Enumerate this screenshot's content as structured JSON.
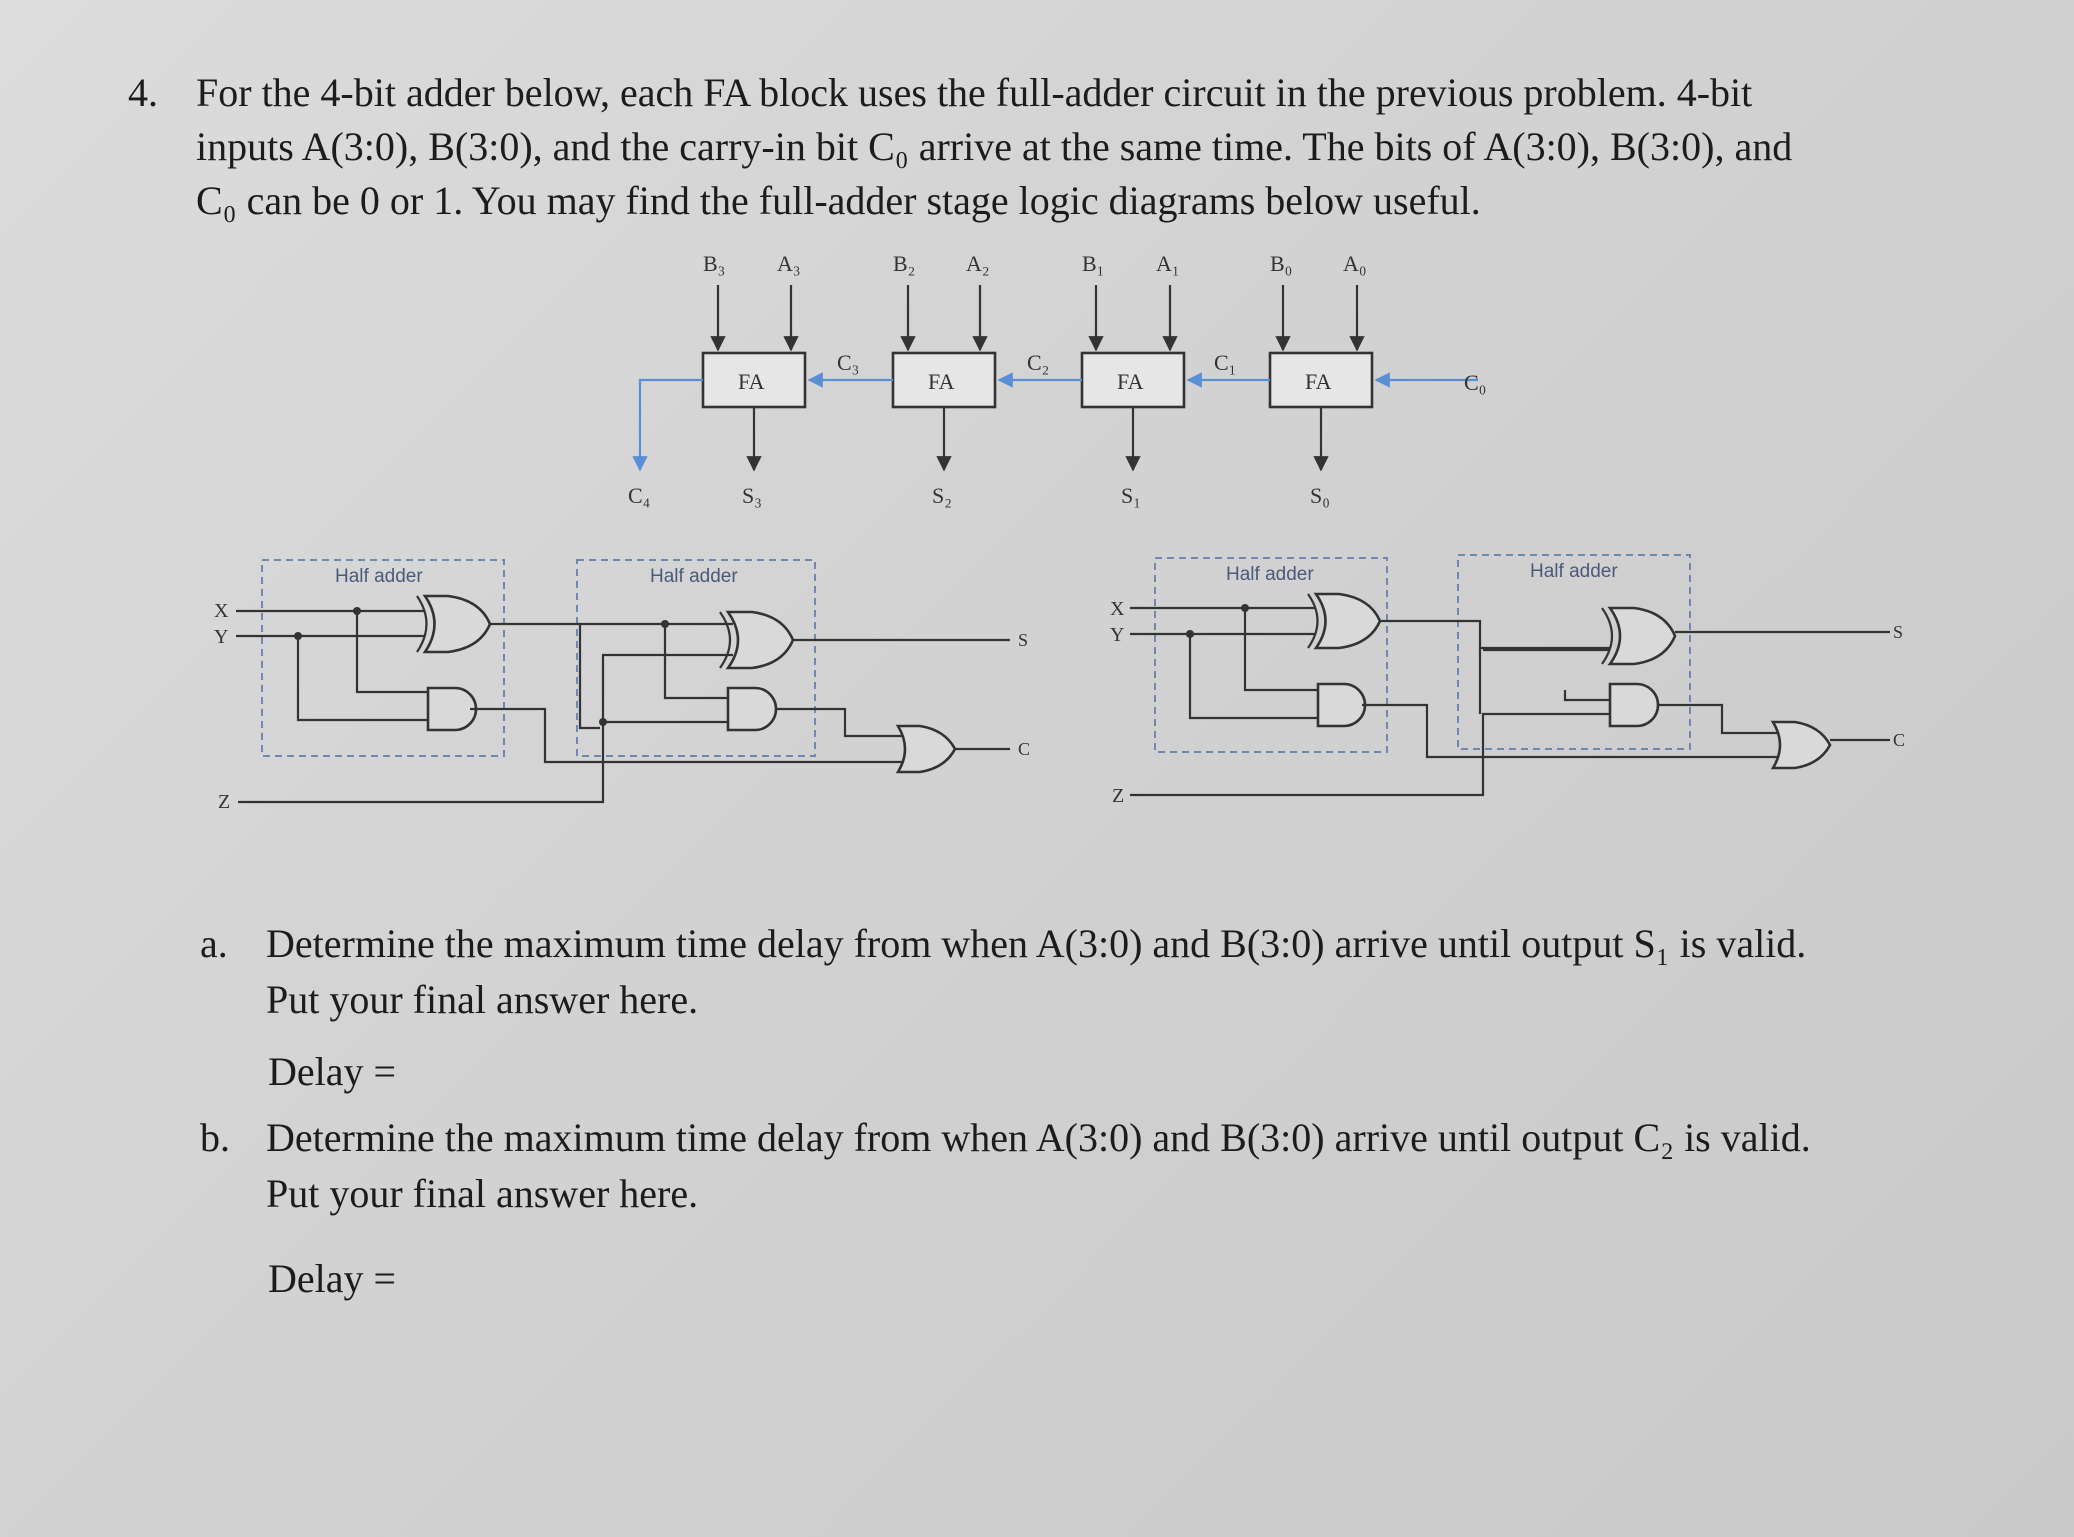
{
  "problem": {
    "number": "4.",
    "lines": [
      "For the 4-bit adder below, each FA block uses the full-adder circuit in the previous problem. 4-bit",
      "inputs A(3:0), B(3:0), and the carry-in bit C₀ arrive at the same time. The bits of A(3:0), B(3:0), and",
      "C₀ can be 0 or 1. You may find the full-adder stage logic diagrams below useful."
    ]
  },
  "adder": {
    "block_label": "FA",
    "inputs_b": [
      "B₃",
      "B₂",
      "B₁",
      "B₀"
    ],
    "inputs_a": [
      "A₃",
      "A₂",
      "A₁",
      "A₀"
    ],
    "carries": [
      "C₃",
      "C₂",
      "C₁"
    ],
    "carry_in": "C₀",
    "carry_out": "C₄",
    "sums": [
      "S₃",
      "S₂",
      "S₁",
      "S₀"
    ]
  },
  "full_adder_diagram": {
    "half_adder_label": "Half adder",
    "input_x": "X",
    "input_y": "Y",
    "input_z": "Z",
    "output_s": "S",
    "output_c": "C"
  },
  "questions": [
    {
      "label": "a.",
      "lines": [
        "Determine the maximum time delay from when A(3:0) and B(3:0) arrive until output S₁ is valid.",
        "Put your final answer here."
      ],
      "delay": "Delay ="
    },
    {
      "label": "b.",
      "lines": [
        "Determine the maximum time delay from when A(3:0) and B(3:0) arrive until output C₂ is valid.",
        "Put your final answer here."
      ],
      "delay": "Delay ="
    }
  ]
}
